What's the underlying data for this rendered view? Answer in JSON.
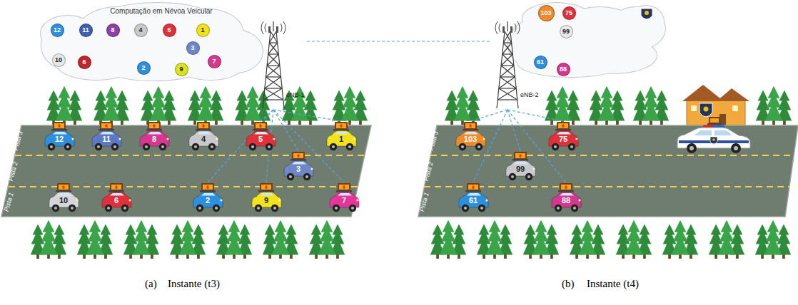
{
  "diagram": {
    "nodes": [
      {
        "text": [
          "Computação em Névoa Veicular"
        ]
      },
      {
        "text": [
          "12"
        ],
        "in": 0
      },
      {
        "text": [
          "11"
        ],
        "in": 0
      },
      {
        "text": [
          "8"
        ],
        "in": 0
      },
      {
        "text": [
          "4"
        ],
        "in": 0
      },
      {
        "text": [
          "5"
        ],
        "in": 0
      },
      {
        "text": [
          "1"
        ],
        "in": 0
      },
      {
        "text": [
          "3"
        ],
        "in": 0
      },
      {
        "text": [
          "10"
        ],
        "in": 0
      },
      {
        "text": [
          "6"
        ],
        "in": 0
      },
      {
        "text": [
          "2"
        ],
        "in": 0
      },
      {
        "text": [
          "9"
        ],
        "in": 0
      },
      {
        "text": [
          "7"
        ],
        "in": 0
      },
      {
        "text": [
          "eNB-1"
        ]
      },
      {
        "text": [
          "12"
        ]
      },
      {
        "text": [
          "11"
        ]
      },
      {
        "text": [
          "8"
        ]
      },
      {
        "text": [
          "4"
        ]
      },
      {
        "text": [
          "5"
        ]
      },
      {
        "text": [
          "1"
        ]
      },
      {
        "text": [
          "3"
        ]
      },
      {
        "text": [
          "10"
        ]
      },
      {
        "text": [
          "6"
        ]
      },
      {
        "text": [
          "2"
        ]
      },
      {
        "text": [
          "9"
        ]
      },
      {
        "text": [
          "7"
        ]
      },
      {
        "text": [
          "103"
        ]
      },
      {
        "text": [
          "75"
        ]
      },
      {
        "text": [
          "99"
        ]
      },
      {
        "text": [
          "61"
        ]
      },
      {
        "text": [
          "88"
        ]
      },
      {
        "text": [
          "eNB-2"
        ]
      },
      {
        "text": [
          "103"
        ]
      },
      {
        "text": [
          "75"
        ]
      },
      {
        "text": [
          "99"
        ]
      },
      {
        "text": [
          "61"
        ]
      },
      {
        "text": [
          "88"
        ]
      }
    ],
    "edges": [
      {
        "from": 13,
        "to": 18,
        "arrow": "none"
      },
      {
        "from": 13,
        "to": 19,
        "arrow": "none"
      },
      {
        "from": 13,
        "to": 20,
        "arrow": "none"
      },
      {
        "from": 13,
        "to": 23,
        "arrow": "none"
      },
      {
        "from": 13,
        "to": 24,
        "arrow": "none"
      },
      {
        "from": 13,
        "to": 25,
        "arrow": "none"
      },
      {
        "from": 13,
        "to": 31,
        "arrow": "none"
      },
      {
        "from": 31,
        "to": 32,
        "arrow": "none"
      },
      {
        "from": 31,
        "to": 33,
        "arrow": "none"
      },
      {
        "from": 31,
        "to": 34,
        "arrow": "none"
      },
      {
        "from": 31,
        "to": 35,
        "arrow": "none"
      },
      {
        "from": 31,
        "to": 36,
        "arrow": "none"
      }
    ],
    "labels": [
      "Pista 3",
      "Pista 2",
      "Pista 1",
      "Pista 3",
      "Pista 2",
      "Pista 1",
      "(a)",
      "Instante (t3)",
      "(b)",
      "Instante (t4)"
    ]
  }
}
